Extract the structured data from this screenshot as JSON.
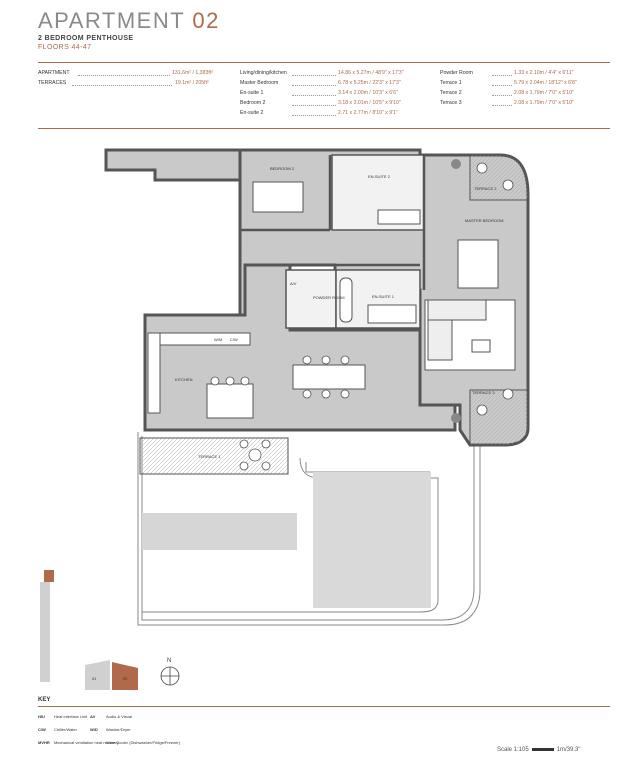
{
  "header": {
    "title_main": "APARTMENT",
    "title_num": "02",
    "subtitle": "2 BEDROOM PENTHOUSE",
    "floors": "FLOORS 44-47"
  },
  "areas": [
    {
      "label": "APARTMENT",
      "value": "131.6m² / 1,383ft²"
    },
    {
      "label": "TERRACES",
      "value": "19.1m² / 205ft²"
    }
  ],
  "rooms_col1": [
    {
      "label": "Living/dining/kitchen",
      "value": "14.86 x 5.27m / 48'9\" x 17'3\""
    },
    {
      "label": "Master Bedroom",
      "value": "6.78 x 5.25m / 22'3\" x 17'3\""
    },
    {
      "label": "En-suite 1",
      "value": "3.14 x 2.00m / 10'3\" x 6'6\""
    },
    {
      "label": "Bedroom 2",
      "value": "3.18 x 3.01m / 10'5\" x 9'10\""
    },
    {
      "label": "En-suite 2",
      "value": "2.71 x 2.77m / 8'10\" x 9'1\""
    }
  ],
  "rooms_col2": [
    {
      "label": "Powder Room",
      "value": "1.33 x 2.10m / 4'4\" x 6'11\""
    },
    {
      "label": "Terrace 1",
      "value": "5.79 x 2.04m / 18'12\" x 6'8\""
    },
    {
      "label": "Terrace 2",
      "value": "2.08 x 1.79m / 7'0\" x 5'10\""
    },
    {
      "label": "Terrace 3",
      "value": "2.08 x 1.79m / 7'0\" x 5'10\""
    }
  ],
  "plan_labels": {
    "bedroom2": "BEDROOM 2",
    "ensuite2": "EN-SUITE 2",
    "terrace2": "TERRACE 2",
    "master": "MASTER BEDROOM",
    "ensuite1": "EN-SUITE 1",
    "powder": "POWDER ROOM",
    "av": "A/V",
    "kitchen": "KITCHEN",
    "terrace1": "TERRACE 1",
    "terrace3": "TERRACE 3",
    "wm": "W/M",
    "cw": "C/W"
  },
  "keyplan": {
    "unit01": "01",
    "unit02": "02",
    "north": "N"
  },
  "key": {
    "title": "KEY",
    "items": [
      {
        "code": "HIU",
        "text": "Heat interface Unit"
      },
      {
        "code": "C/W",
        "text": "Chiller/Water"
      },
      {
        "code": "MVHR",
        "text": "Mechanical ventilation heat recovery"
      },
      {
        "code": "AV",
        "text": "Audio & Visual"
      },
      {
        "code": "W/D",
        "text": "Washer/Dryer"
      },
      {
        "code": "",
        "text": "Wine Cooler (Dishwasher/Fridge/Freezer)"
      }
    ]
  },
  "scale": {
    "label": "Scale 1:105",
    "unit": "1m/39.3\""
  },
  "colors": {
    "accent": "#b0694a",
    "floor": "#c9c9c9",
    "wall": "#555555",
    "terrace": "#d2d2d2"
  }
}
